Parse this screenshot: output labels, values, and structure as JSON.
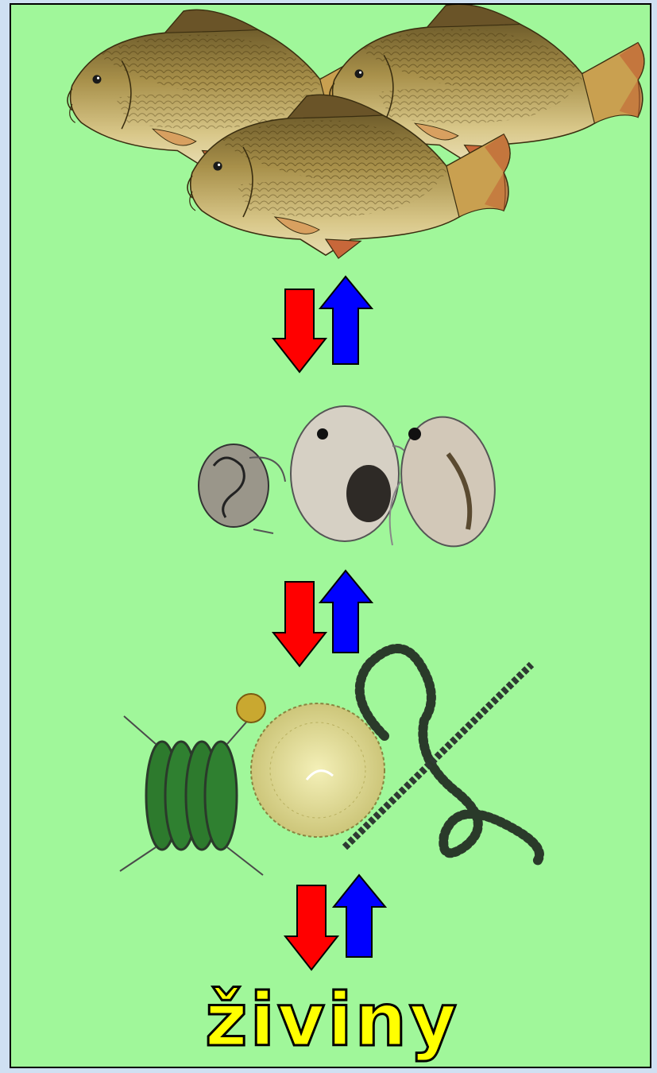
{
  "diagram": {
    "background": "#a0f79a",
    "levels": [
      {
        "name": "fish",
        "icon": "carp-fish-icon"
      },
      {
        "name": "zooplankton",
        "icon": "zooplankton-icon"
      },
      {
        "name": "phytoplankton",
        "icon": "algae-icon"
      }
    ],
    "arrows": {
      "down_color": "#ff0000",
      "up_color": "#0000ff"
    },
    "caption": "živiny",
    "caption_color": "#ffff00"
  }
}
